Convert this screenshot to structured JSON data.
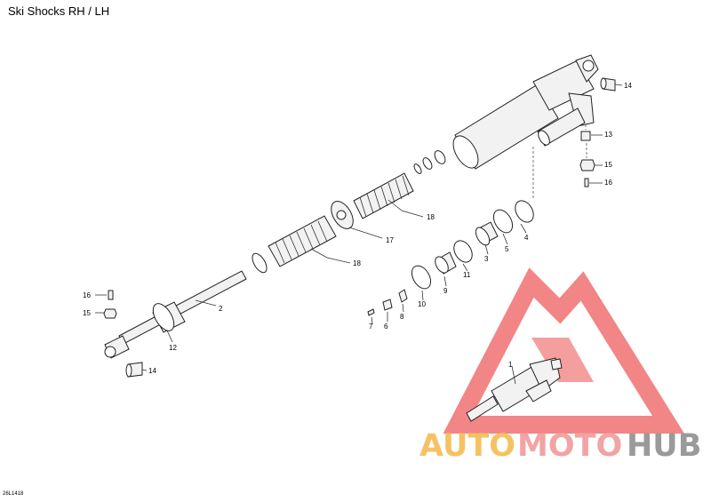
{
  "title": "Ski Shocks RH / LH",
  "drawing_code": "26L1418",
  "watermark": {
    "auto": "AUTO",
    "moto": "MOTO",
    "hub": "HUB",
    "color_auto": "#f5c263",
    "color_moto": "#f2a3a3",
    "color_hub": "#9a9a9a",
    "triangle_color": "#f07070"
  },
  "callouts": [
    "14",
    "13",
    "15",
    "16",
    "18",
    "17",
    "18",
    "4",
    "5",
    "3",
    "11",
    "9",
    "10",
    "8",
    "6",
    "7",
    "2",
    "16",
    "15",
    "12",
    "14",
    "1"
  ]
}
